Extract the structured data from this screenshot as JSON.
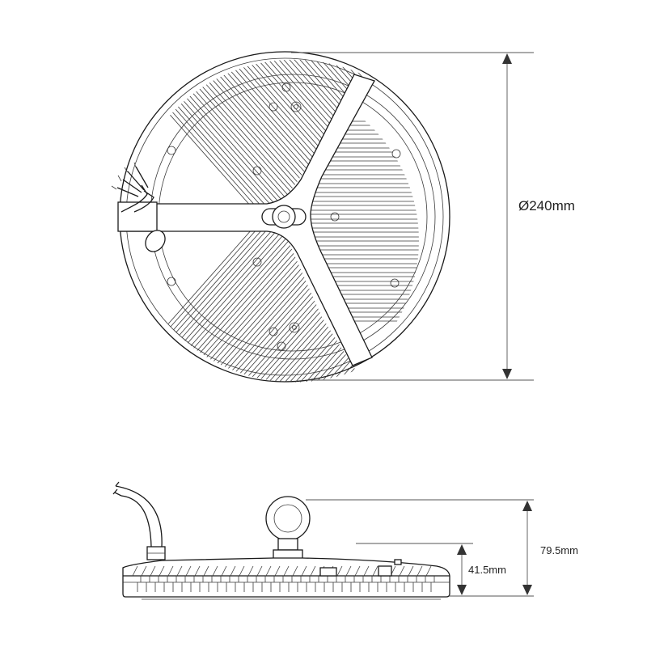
{
  "diagram": {
    "dimensions": {
      "diameter": "Ø240mm",
      "total_height": "79.5mm",
      "body_height": "41.5mm"
    },
    "colors": {
      "line": "#1a1a1a",
      "dimension_line": "#555555",
      "text": "#222222",
      "background": "#ffffff"
    }
  }
}
